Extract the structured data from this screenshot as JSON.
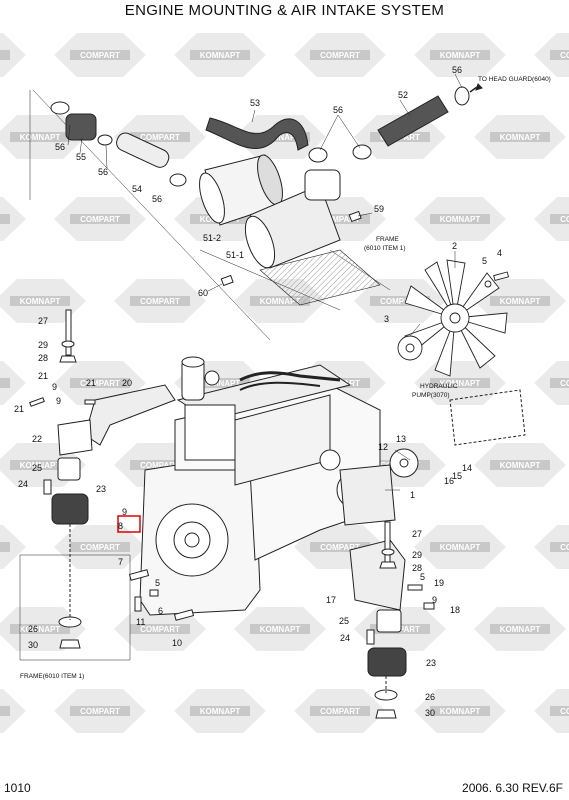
{
  "title": "ENGINE MOUNTING & AIR INTAKE SYSTEM",
  "page_number": "1010",
  "revision": "2006. 6.30  REV.6F",
  "watermark_text": [
    "KOMNAPT",
    "COMPART"
  ],
  "notes": {
    "head_guard": "TO HEAD GUARD(6040)",
    "frame_top_1": "FRAME",
    "frame_top_2": "(6010 ITEM 1)",
    "hyd_1": "HYDRAULIC",
    "hyd_2": "PUMP(3070)",
    "frame_bottom": "FRAME(6010 ITEM 1)"
  },
  "callouts": [
    "56",
    "55",
    "56",
    "54",
    "56",
    "53",
    "56",
    "52",
    "56",
    "51-2",
    "51-1",
    "59",
    "60",
    "2",
    "4",
    "5",
    "3",
    "27",
    "29",
    "28",
    "21",
    "9",
    "21",
    "9",
    "21",
    "20",
    "22",
    "25",
    "24",
    "23",
    "13",
    "12",
    "15",
    "14",
    "16",
    "1",
    "9",
    "8",
    "7",
    "5",
    "6",
    "11",
    "10",
    "27",
    "29",
    "28",
    "5",
    "19",
    "9",
    "17",
    "18",
    "25",
    "24",
    "23",
    "26",
    "30",
    "26",
    "30"
  ],
  "colors": {
    "line": "#222222",
    "watermark": "#d9d9d9",
    "fill": "#f2f2f2"
  }
}
